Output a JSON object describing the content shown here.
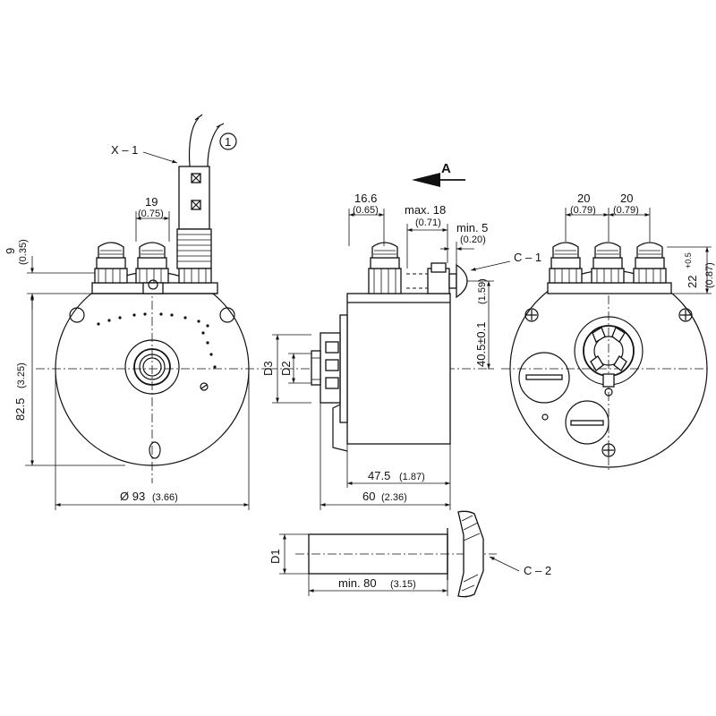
{
  "callouts": {
    "x1": "X – 1",
    "one": "1",
    "c1": "C – 1",
    "c2": "C – 2",
    "view_a": "A"
  },
  "front_view": {
    "dim_19": "19",
    "dim_19_in": "(0.75)",
    "dim_9": "9",
    "dim_9_in": "(0.35)",
    "dim_height": "82.5",
    "dim_height_in": "(3.25)",
    "dim_diameter": "Ø 93",
    "dim_diameter_in": "(3.66)"
  },
  "side_view": {
    "dim_16_6": "16.6",
    "dim_16_6_in": "(0.65)",
    "dim_max18": "max. 18",
    "dim_max18_in": "(0.71)",
    "dim_min5": "min. 5",
    "dim_min5_in": "(0.20)",
    "dim_40_5": "40.5±0.1",
    "dim_40_5_in": "(1.59)",
    "d3": "D3",
    "d2": "D2",
    "dim_47_5": "47.5",
    "dim_47_5_in": "(1.87)",
    "dim_60": "60",
    "dim_60_in": "(2.36)"
  },
  "rear_view": {
    "dim_20_a": "20",
    "dim_20_a_in": "(0.79)",
    "dim_20_b": "20",
    "dim_20_b_in": "(0.79)",
    "dim_22": "22",
    "dim_22_tol": "+0.5",
    "dim_22_in": "(0.87)"
  },
  "shaft": {
    "d1": "D1",
    "dim_min80": "min. 80",
    "dim_min80_in": "(3.15)"
  }
}
